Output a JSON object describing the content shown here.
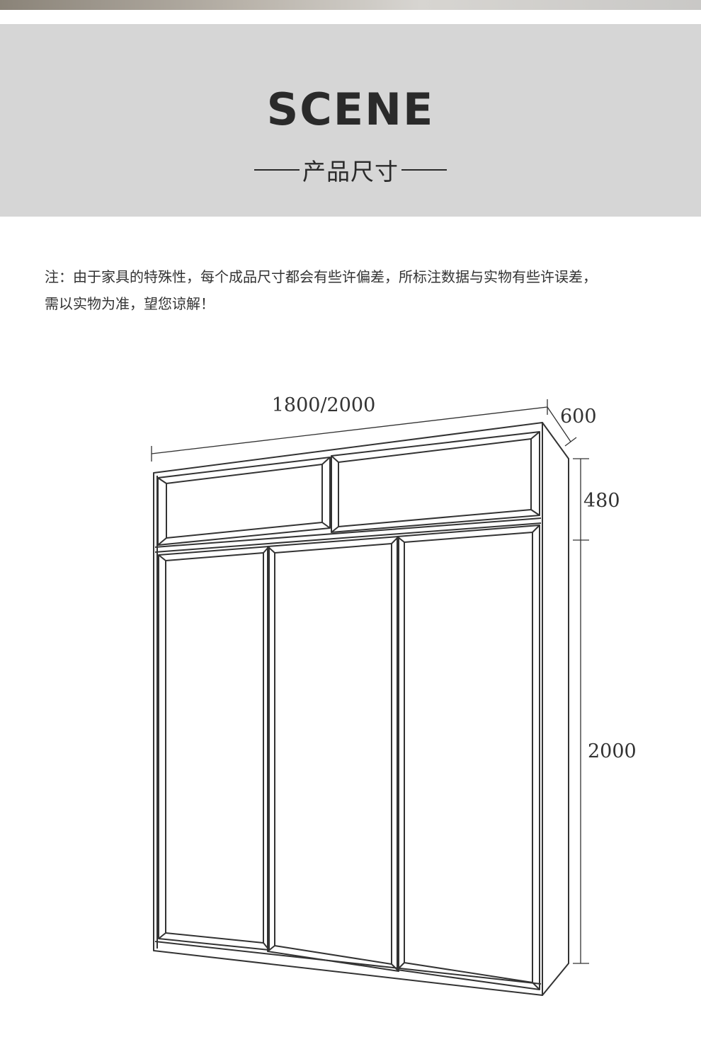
{
  "header": {
    "title": "SCENE",
    "subtitle": "产品尺寸"
  },
  "note": {
    "line1": "注：由于家具的特殊性，每个成品尺寸都会有些许偏差，所标注数据与实物有些许误差，",
    "line2": "需以实物为准，望您谅解！"
  },
  "dimensions": {
    "width": "1800/2000",
    "depth": "600",
    "top_height": "480",
    "body_height": "2000"
  },
  "colors": {
    "banner": "#d6d6d6",
    "text": "#2a2a2a",
    "line": "#333333"
  }
}
